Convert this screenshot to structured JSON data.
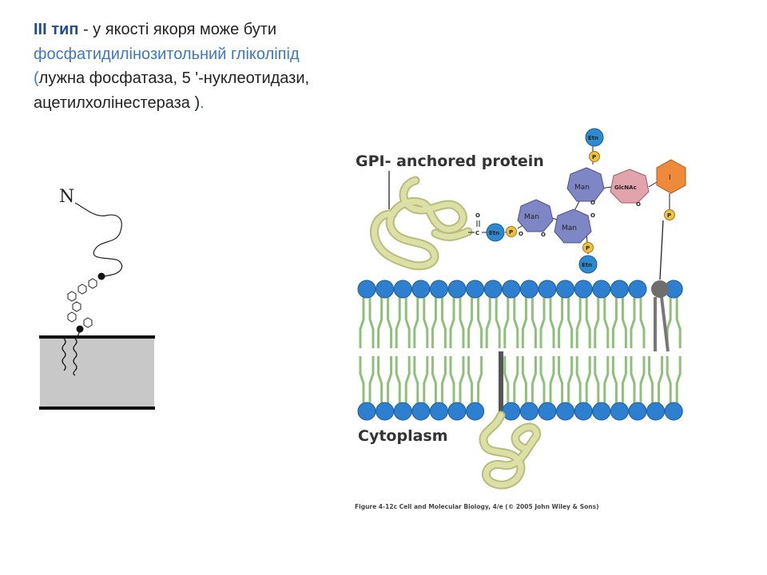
{
  "heading": {
    "title_strong": "III тип",
    "title_rest": " - у якості якоря може бути",
    "anchor_name": "фосфатидилінозитольний гліколіпід",
    "open_paren": "(",
    "examples": "лужна фосфатаза, 5 '-нуклеотидази, ацетилхолінестераза )",
    "period": "."
  },
  "schematic": {
    "n_label": "N"
  },
  "diagram": {
    "title": "GPI- anchored protein",
    "cytoplasm_label": "Cytoplasm",
    "caption": "Figure 4-12c Cell and Molecular Biology, 4/e (© 2005 John Wiley & Sons)",
    "sugars": {
      "man1": "Man",
      "man2": "Man",
      "man3": "Man",
      "glcnac": "GlcNAc",
      "inositol": "I"
    },
    "etn_top": "Etn",
    "etn_left": "Etn",
    "etn_bottom": "Etn",
    "phosphate": "P",
    "carbonyl_o": "O",
    "carbon": "C",
    "oxygen": "O",
    "colors": {
      "lipid_head": "#2f7fd0",
      "tail": "#8ec07a",
      "protein": "#dcdfa6",
      "mannose": "#7f86c6",
      "glcnac": "#e3a3ad",
      "inositol": "#ee8a3a",
      "etn": "#2d8ad1",
      "phosphate": "#f0c23c",
      "heading_blue": "#1f4e8c",
      "link_blue": "#3e78c0"
    }
  }
}
